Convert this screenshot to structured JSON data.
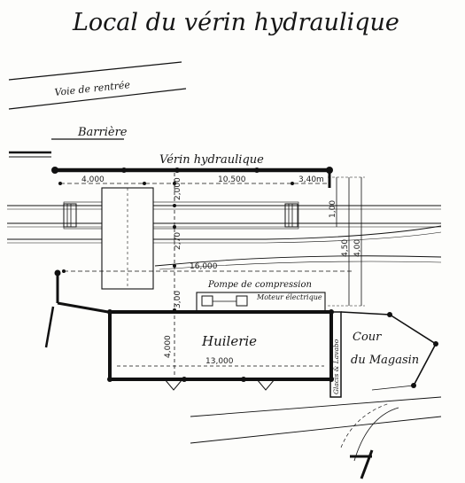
{
  "title": "Local du vérin hydraulique",
  "labels": {
    "road": "Voie de rentrée",
    "barrier": "Barrière",
    "jack": "Vérin hydraulique",
    "pump": "Pompe de compression",
    "motor": "Moteur électrique",
    "oil_room": "Huilerie",
    "courtyard_1": "Cour",
    "courtyard_2": "du Magasin",
    "wall_note": "Glacis & Lavabo"
  },
  "dimensions": {
    "seg_a": "4,000",
    "seg_b": "10,500",
    "seg_c": "3,40m",
    "v_top": "2,000",
    "v_mid": "2,70",
    "v_low": "3,00",
    "v_room": "4,000",
    "span_16": "16,000",
    "room_width": "13,000",
    "right_a": "1,00",
    "right_b": "4,50",
    "right_c": "4,00"
  },
  "colors": {
    "ink": "#111111",
    "paper": "#fdfdfb"
  }
}
